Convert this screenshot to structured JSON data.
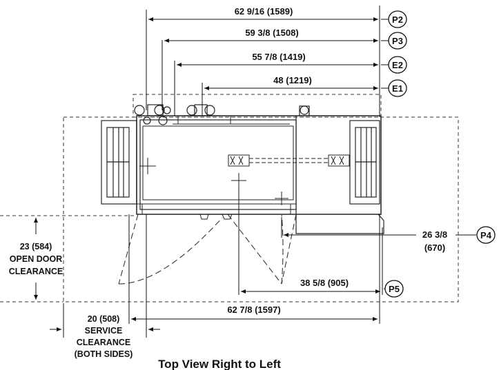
{
  "drawing": {
    "caption": "Top View Right to Left",
    "dimensions": {
      "p2": "62 9/16 (1589)",
      "p3": "59 3/8 (1508)",
      "e2": "55 7/8 (1419)",
      "e1": "48 (1219)",
      "p4_line1": "26 3/8",
      "p4_line2": "(670)",
      "p5": "38 5/8 (905)",
      "width": "62 7/8 (1597)"
    },
    "bubbles": {
      "p2": "P2",
      "p3": "P3",
      "e2": "E2",
      "e1": "E1",
      "p4": "P4",
      "p5": "P5"
    },
    "open_door": {
      "line1": "23 (584)",
      "line2": "OPEN DOOR",
      "line3": "CLEARANCE"
    },
    "service": {
      "line1": "20 (508)",
      "line2": "SERVICE",
      "line3": "CLEARANCE",
      "line4": "(BOTH SIDES)"
    }
  }
}
